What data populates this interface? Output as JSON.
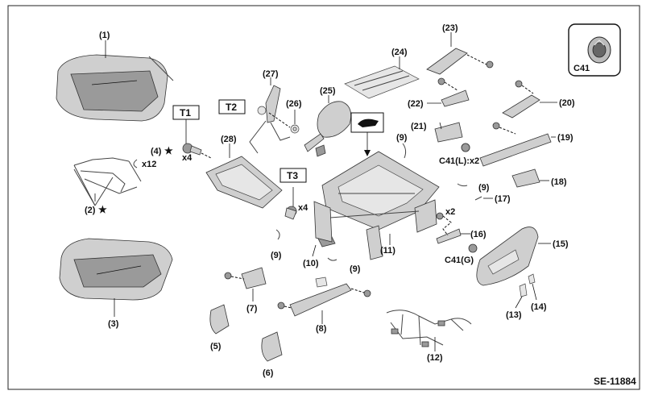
{
  "diagram": {
    "code": "SE-11884",
    "callouts": [
      "(1)",
      "(2)",
      "(3)",
      "(4)",
      "(5)",
      "(6)",
      "(7)",
      "(8)",
      "(9)",
      "(10)",
      "(11)",
      "(12)",
      "(13)",
      "(14)",
      "(15)",
      "(16)",
      "(17)",
      "(18)",
      "(19)",
      "(20)",
      "(21)",
      "(22)",
      "(23)",
      "(24)",
      "(25)",
      "(26)",
      "(27)",
      "(28)"
    ],
    "nine": "(9)",
    "tools": {
      "t1": "T1",
      "t2": "T2",
      "t3": "T3"
    },
    "quantities": {
      "x4": "x4",
      "x12": "x12",
      "x2": "x2"
    },
    "star": "★",
    "clip_labels": {
      "c41": "C41",
      "c41_lx2": "C41(L):x2",
      "c41_g": "C41(G)"
    }
  }
}
